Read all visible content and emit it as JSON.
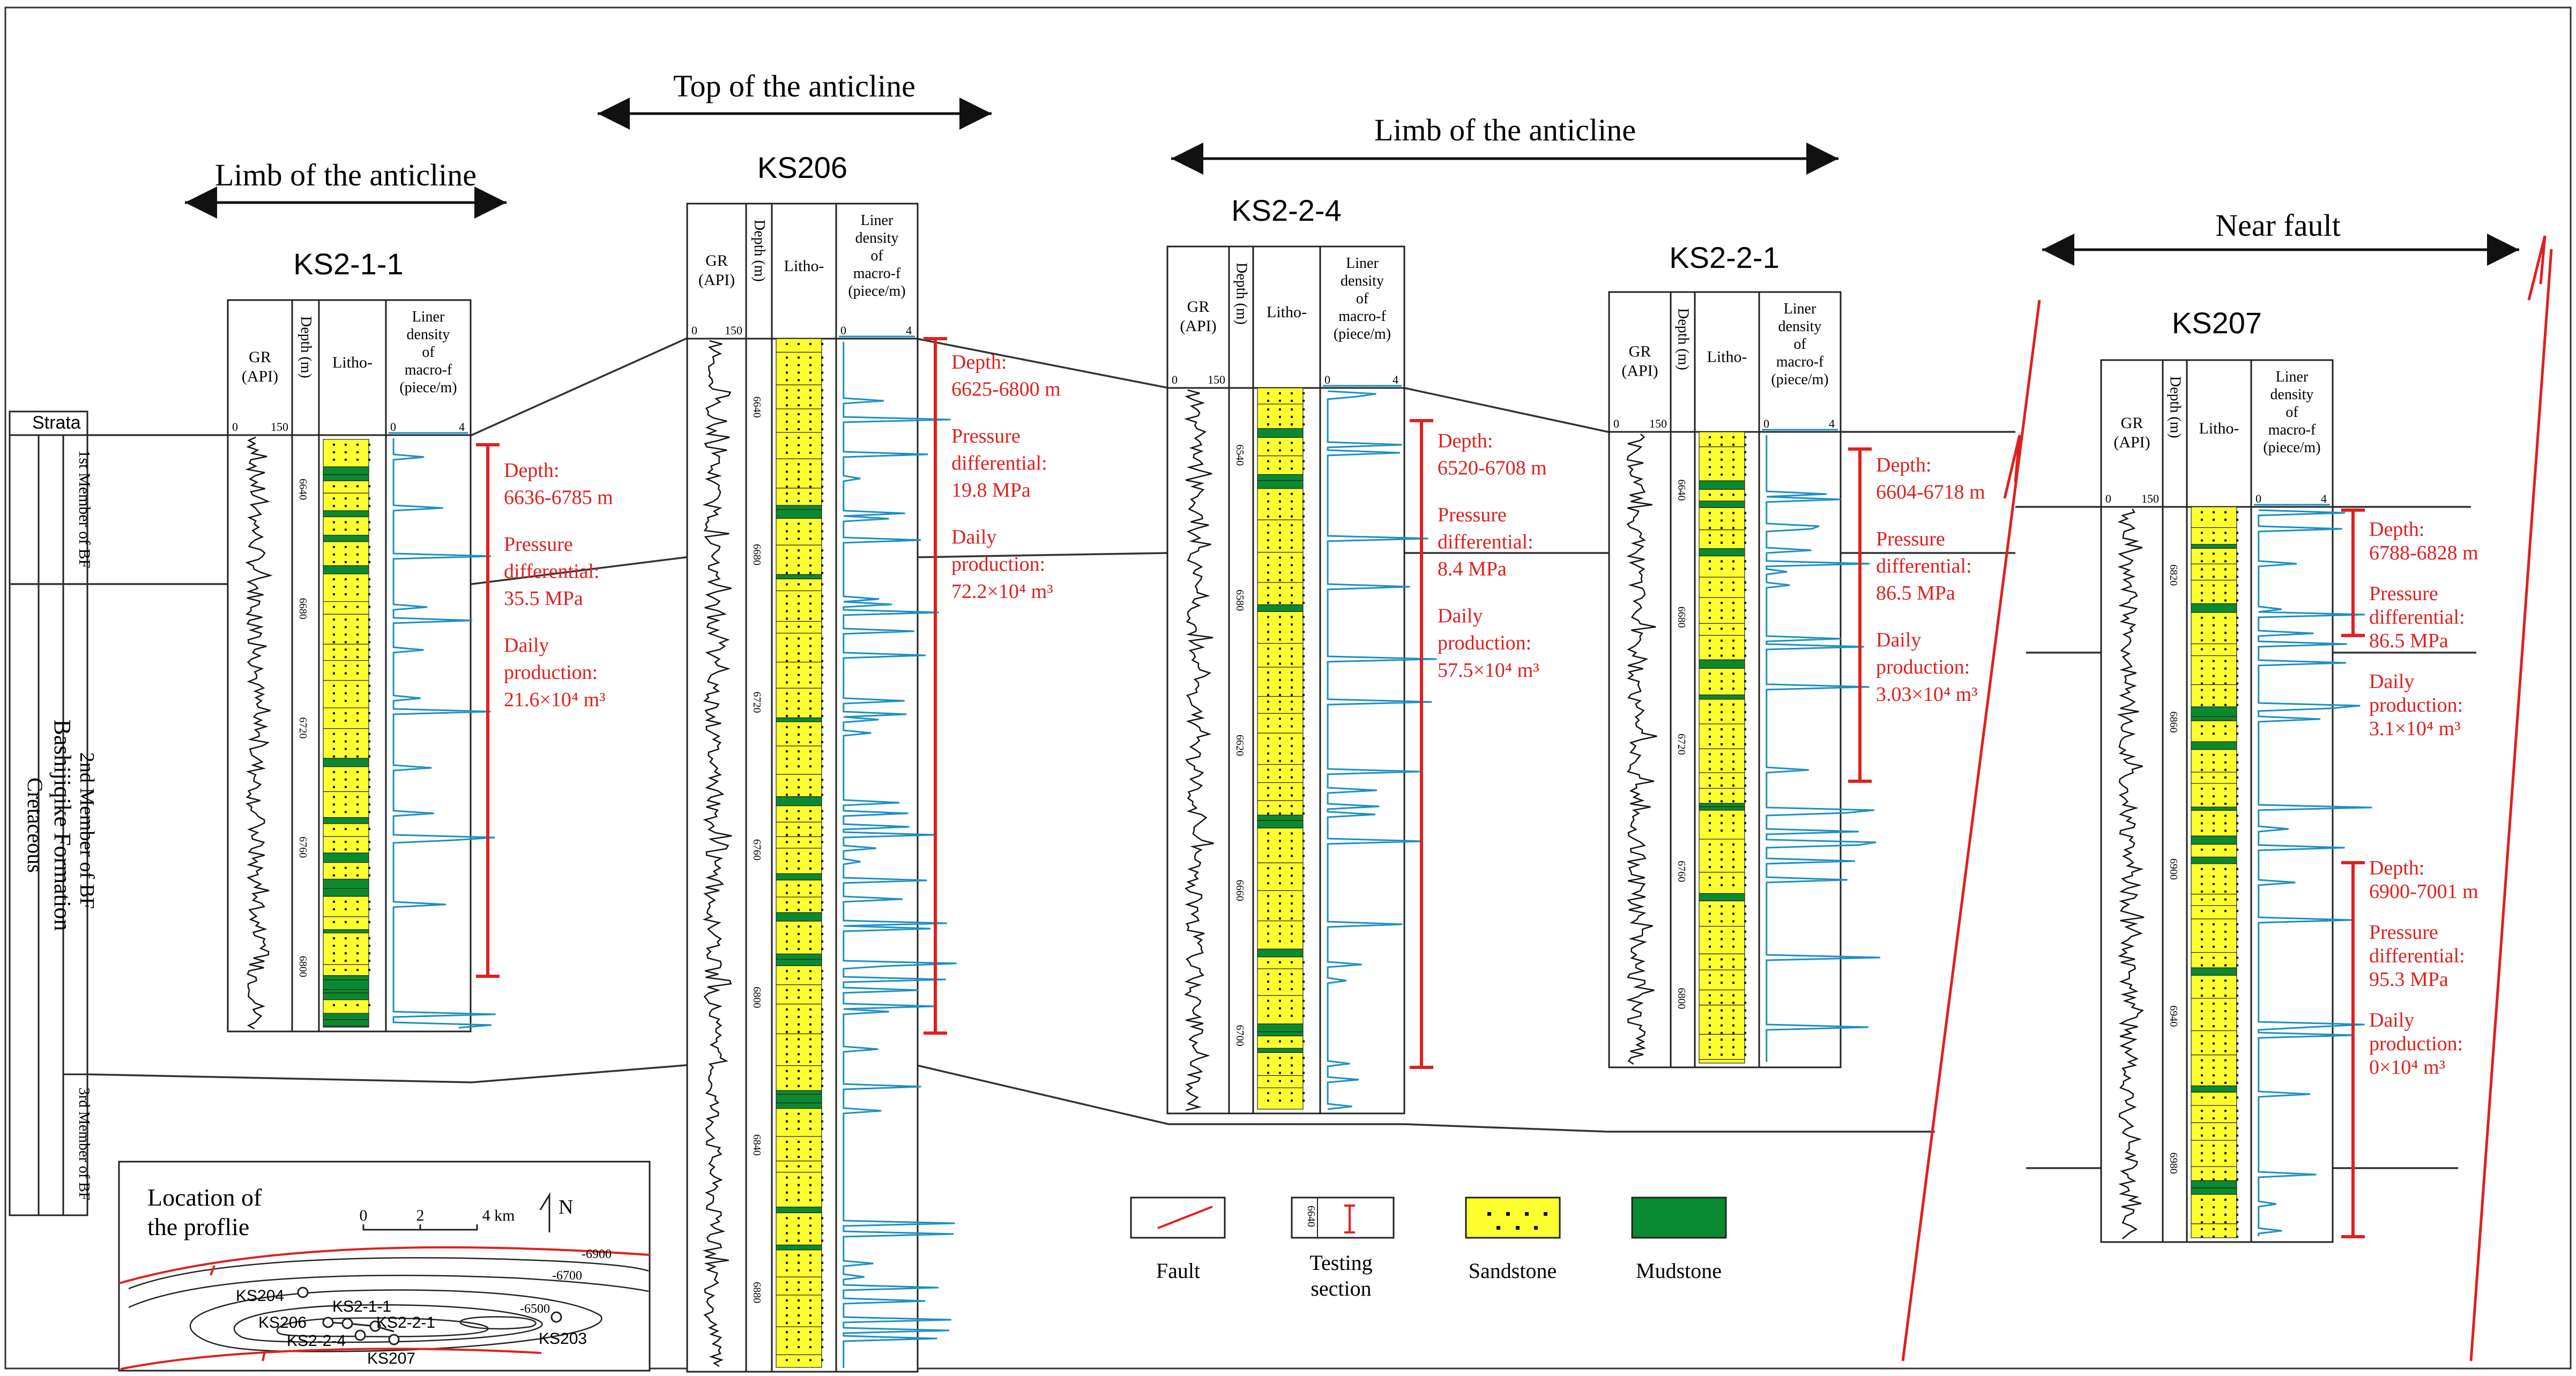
{
  "regions": {
    "top_anticline": "Top  of  the  anticline",
    "limb_left": "Limb of the anticline",
    "limb_right": "Limb of the anticline",
    "near_fault": "Near  fault"
  },
  "strata": {
    "header": "Strata",
    "cretaceous": "Cretaceous",
    "formation": "Bashijiqike  Formation",
    "member1": "1st Member of BF",
    "member2": "2nd Member of BF",
    "member3": "3rd Member of BF"
  },
  "columns": {
    "gr": "GR",
    "gr_unit": "(API)",
    "gr_scale_min": "0",
    "gr_scale_max": "150",
    "depth": "Depth (m)",
    "litho": "Litho-",
    "liner1": "Liner",
    "liner2": "density",
    "liner3": "of",
    "liner4": "macro-f",
    "liner5": "(piece/m)",
    "liner_scale_min": "0",
    "liner_scale_max": "4"
  },
  "wells": [
    {
      "name": "KS2-1-1",
      "depth_ticks": [
        "6640",
        "6680",
        "6720",
        "6760",
        "6800"
      ],
      "test": {
        "depth": "Depth:",
        "depth_range": "6636-6785 m",
        "pressure_l1": "Pressure",
        "pressure_l2": "differential:",
        "pressure": "35.5 MPa",
        "production_l1": "Daily",
        "production_l2": "production:",
        "production": "21.6×10⁴ m³"
      }
    },
    {
      "name": "KS206",
      "depth_ticks": [
        "6640",
        "6680",
        "6720",
        "6760",
        "6800",
        "6840",
        "6880"
      ],
      "test": {
        "depth": "Depth:",
        "depth_range": "6625-6800 m",
        "pressure_l1": "Pressure",
        "pressure_l2": "differential:",
        "pressure": "19.8 MPa",
        "production_l1": "Daily",
        "production_l2": "production:",
        "production": "72.2×10⁴ m³"
      }
    },
    {
      "name": "KS2-2-4",
      "depth_ticks": [
        "6540",
        "6580",
        "6620",
        "6660",
        "6700"
      ],
      "test": {
        "depth": "Depth:",
        "depth_range": "6520-6708 m",
        "pressure_l1": "Pressure",
        "pressure_l2": "differential:",
        "pressure": "8.4 MPa",
        "production_l1": "Daily",
        "production_l2": "production:",
        "production": "57.5×10⁴ m³"
      }
    },
    {
      "name": "KS2-2-1",
      "depth_ticks": [
        "6640",
        "6680",
        "6720",
        "6760",
        "6800"
      ],
      "test": {
        "depth": "Depth:",
        "depth_range": "6604-6718 m",
        "pressure_l1": "Pressure",
        "pressure_l2": "differential:",
        "pressure": "86.5 MPa",
        "production_l1": "Daily",
        "production_l2": "production:",
        "production": "3.03×10⁴ m³"
      }
    },
    {
      "name": "KS207",
      "depth_ticks": [
        "6820",
        "6860",
        "6900",
        "6940",
        "6980"
      ],
      "test": {
        "depth": "Depth:",
        "depth_range": "6788-6828 m",
        "pressure_l1": "Pressure",
        "pressure_l2": "differential:",
        "pressure": "86.5 MPa",
        "production_l1": "Daily",
        "production_l2": "production:",
        "production": "3.1×10⁴ m³"
      },
      "test2": {
        "depth": "Depth:",
        "depth_range": "6900-7001 m",
        "pressure_l1": "Pressure",
        "pressure_l2": "differential:",
        "pressure": "95.3 MPa",
        "production_l1": "Daily",
        "production_l2": "production:",
        "production": "0×10⁴ m³"
      }
    }
  ],
  "legend": {
    "fault": "Fault",
    "testing1": "Testing",
    "testing2": "section",
    "sandstone": "Sandstone",
    "mudstone": "Mudstone",
    "sample_depth": "6640"
  },
  "map": {
    "title1": "Location of",
    "title2": "the proflie",
    "scale_0": "0",
    "scale_2": "2",
    "scale_4": "4 km",
    "north": "N",
    "contour_6900": "-6900",
    "contour_6700": "-6700",
    "contour_6500": "-6500",
    "wells": [
      "KS204",
      "KS206",
      "KS2-1-1",
      "KS2-2-1",
      "KS2-2-4",
      "KS207",
      "KS203"
    ]
  },
  "colors": {
    "red": "#e02020",
    "blue": "#1a8fc4",
    "sand": "#ffff30",
    "mud": "#0a8a30",
    "line": "#222222"
  }
}
